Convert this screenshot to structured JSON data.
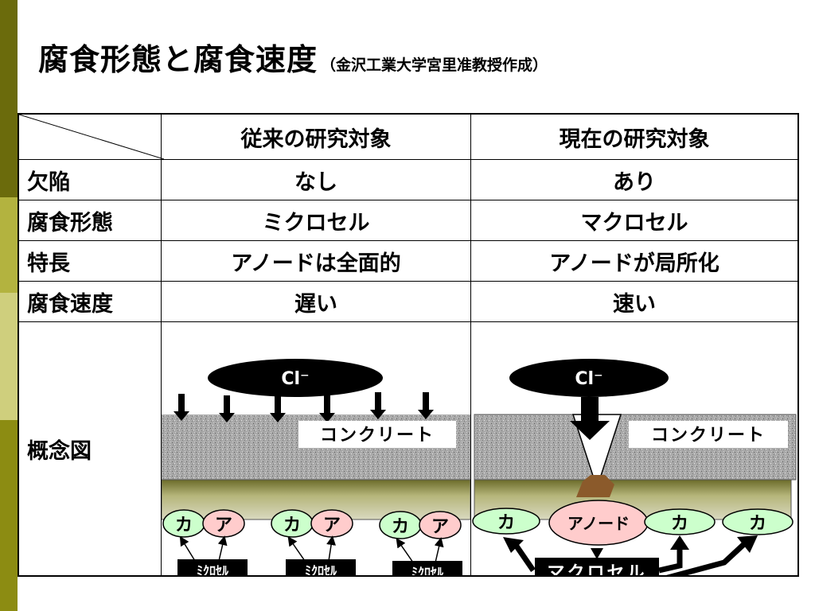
{
  "title": "腐食形態と腐食速度",
  "subtitle": "（金沢工業大学宮里准教授作成）",
  "table": {
    "headers": [
      "従来の研究対象",
      "現在の研究対象"
    ],
    "rows": [
      {
        "label": "欠陥",
        "col1": "なし",
        "col2": "あり"
      },
      {
        "label": "腐食形態",
        "col1": "ミクロセル",
        "col2": "マクロセル"
      },
      {
        "label": "特長",
        "col1": "アノードは全面的",
        "col2": "アノードが局所化"
      },
      {
        "label": "腐食速度",
        "col1": "遅い",
        "col2": "速い"
      }
    ],
    "concept_label": "概念図"
  },
  "diagram_left": {
    "ion": "Cl⁻",
    "concrete": "コンクリート",
    "pairs": [
      {
        "cathode": "カ",
        "anode": "ア",
        "cell": "ﾐｸﾛｾﾙ"
      },
      {
        "cathode": "カ",
        "anode": "ア",
        "cell": "ﾐｸﾛｾﾙ"
      },
      {
        "cathode": "カ",
        "anode": "ア",
        "cell": "ﾐｸﾛｾﾙ"
      }
    ]
  },
  "diagram_right": {
    "ion": "Cl⁻",
    "concrete": "コンクリート",
    "cathode_left": "カ",
    "anode": "アノード",
    "cathode_mid": "カ",
    "cathode_right": "カ",
    "cell": "マクロセル"
  },
  "colors": {
    "cathode_fill": "#ccffcc",
    "anode_fill": "#ffcccc",
    "rebar": "#9c9c5c",
    "rust": "#8b5a2b"
  }
}
